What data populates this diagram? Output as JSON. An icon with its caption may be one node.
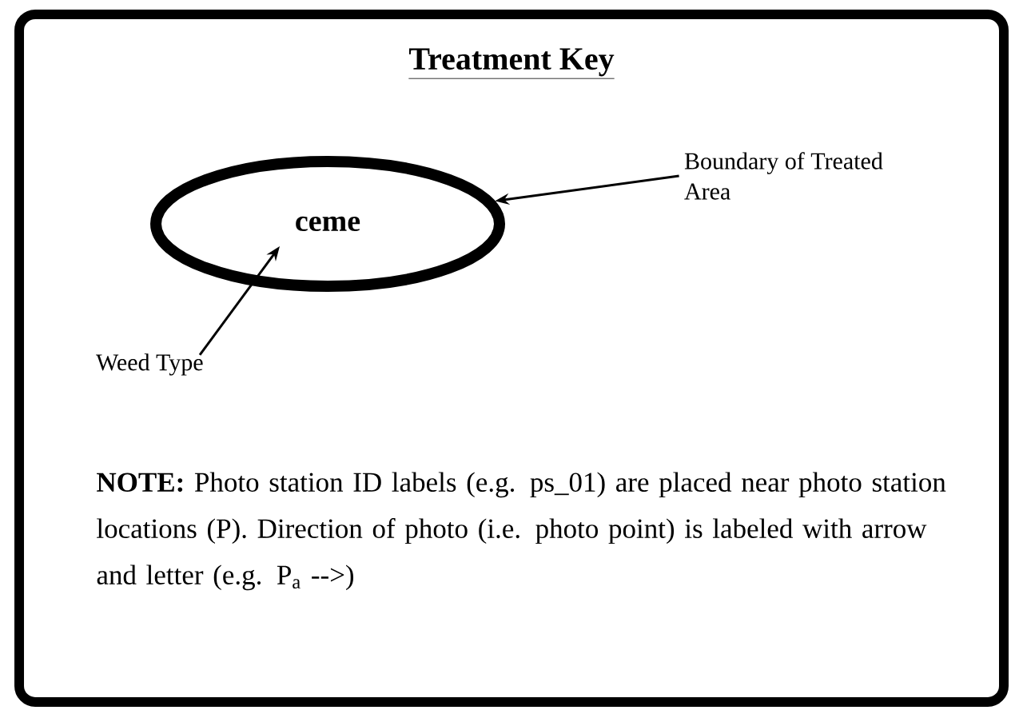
{
  "diagram": {
    "title": "Treatment Key",
    "nodes": [
      {
        "text": [
          "ceme"
        ]
      },
      {
        "text": [
          "Boundary of Treated Area"
        ]
      },
      {
        "text": [
          "Weed Type"
        ]
      }
    ],
    "edges": [
      {
        "from": 1,
        "to": 0,
        "arrow": "to"
      },
      {
        "from": 2,
        "to": 0,
        "arrow": "to"
      }
    ],
    "labels": [
      "**NOTE:** Photo station ID labels (e.g. ps_01) are placed near photo station locations (P). Direction of photo (i.e. photo point) is labeled with arrow and letter (e.g. P$_{a}$ -->)"
    ]
  }
}
